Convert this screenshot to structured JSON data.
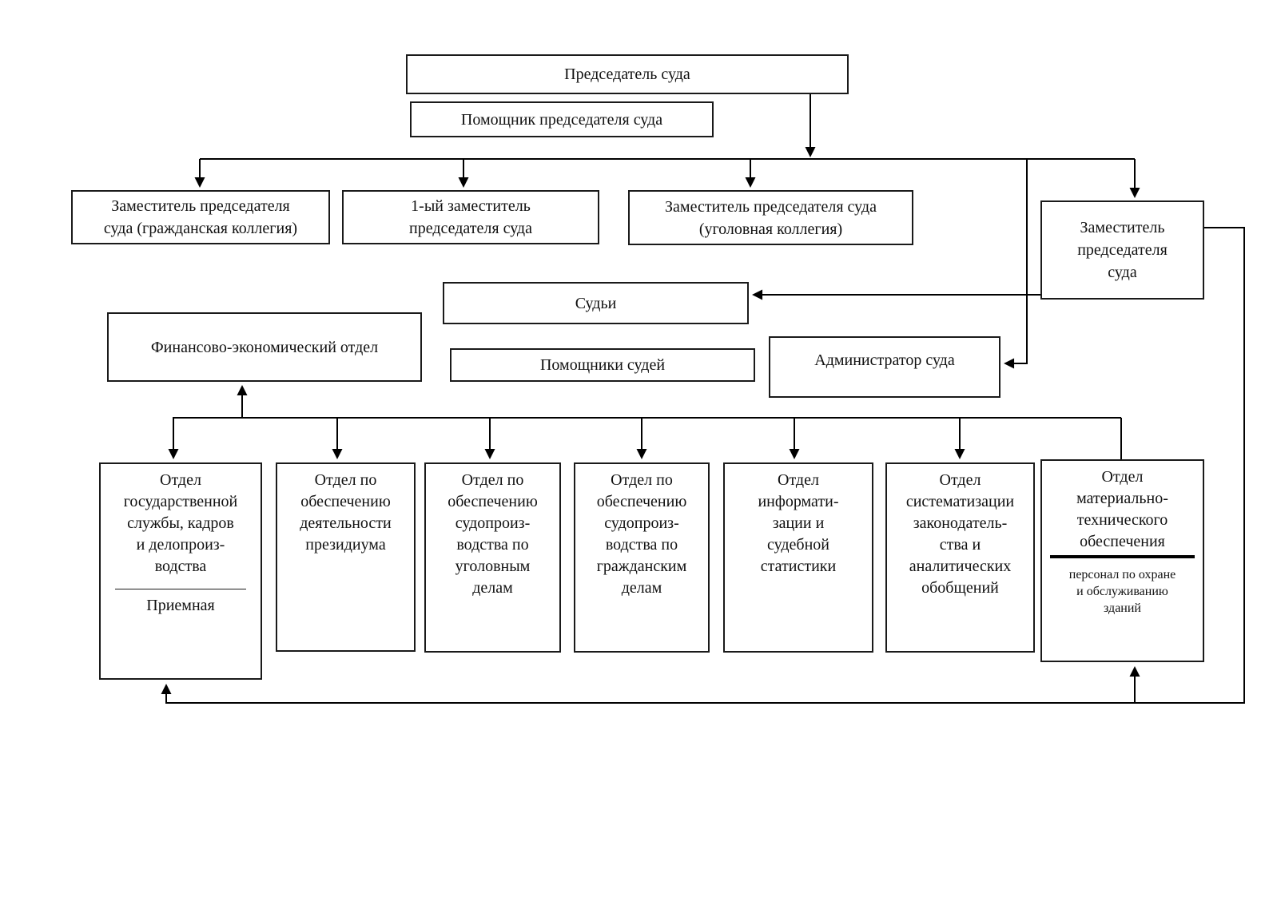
{
  "diagram": {
    "background_color": "#ffffff",
    "line_color": "#000000",
    "nodes": {
      "chairman": {
        "label": "Председатель суда"
      },
      "chairman_assistant": {
        "label": "Помощник председателя суда"
      },
      "deputy_civil": {
        "label": "Заместитель председателя\nсуда (гражданская коллегия)"
      },
      "first_deputy": {
        "label": "1-ый заместитель\nпредседателя суда"
      },
      "deputy_criminal": {
        "label": "Заместитель председателя суда\n(уголовная коллегия)"
      },
      "deputy_4": {
        "label": "Заместитель\nпредседателя\nсуда"
      },
      "judges": {
        "label": "Судьи"
      },
      "finance": {
        "label": "Финансово-экономический отдел"
      },
      "judge_assistants": {
        "label": "Помощники судей"
      },
      "administrator": {
        "label": "Администратор суда"
      },
      "dept_hr": {
        "label": "Отдел\nгосударственной\nслужбы, кадров\nи делопроиз-\nводства",
        "sublabel": "Приемная"
      },
      "dept_presidium": {
        "label": "Отдел по\nобеспечению\nдеятельности\nпрезидиума"
      },
      "dept_criminal": {
        "label": "Отдел по\nобеспечению\nсудопроиз-\nводства по\nуголовным\nделам"
      },
      "dept_civil": {
        "label": "Отдел по\nобеспечению\nсудопроиз-\nводства по\nгражданским\nделам"
      },
      "dept_info": {
        "label": "Отдел\nинформати-\nзации и\nсудебной\nстатистики"
      },
      "dept_system": {
        "label": "Отдел\nсистематизации\nзаконодатель-\nства и\nаналитических\nобобщений"
      },
      "dept_logistics": {
        "label": "Отдел\nматериально-\nтехнического\nобеспечения",
        "sublabel": "персонал по охране\nи обслуживанию\nзданий"
      }
    },
    "edges": [
      {
        "from": "chairman",
        "to": "top_rail",
        "arrow": true
      },
      {
        "from": "top_rail",
        "to": "deputy_civil",
        "arrow": true
      },
      {
        "from": "top_rail",
        "to": "first_deputy",
        "arrow": true
      },
      {
        "from": "top_rail",
        "to": "deputy_criminal",
        "arrow": true
      },
      {
        "from": "top_rail",
        "to": "deputy_4",
        "arrow": true
      },
      {
        "from": "top_rail",
        "to": "administrator",
        "arrow": true
      },
      {
        "from": "deputy_4",
        "to": "judges",
        "arrow": true
      },
      {
        "from": "deputy_4",
        "to": "bottom_rail_right_side",
        "arrow": false
      },
      {
        "from": "bottom_rail",
        "to": "dept_hr",
        "arrow": true,
        "direction": "up"
      },
      {
        "from": "bottom_rail",
        "to": "dept_logistics",
        "arrow": true,
        "direction": "up"
      },
      {
        "from": "mid_rail",
        "to": "finance",
        "arrow": true,
        "direction": "up"
      },
      {
        "from": "mid_rail",
        "to": "dept_hr",
        "arrow": true
      },
      {
        "from": "mid_rail",
        "to": "dept_presidium",
        "arrow": true
      },
      {
        "from": "mid_rail",
        "to": "dept_criminal",
        "arrow": true
      },
      {
        "from": "mid_rail",
        "to": "dept_civil",
        "arrow": true
      },
      {
        "from": "mid_rail",
        "to": "dept_info",
        "arrow": true
      },
      {
        "from": "mid_rail",
        "to": "dept_system",
        "arrow": true
      },
      {
        "from": "mid_rail",
        "to": "dept_logistics",
        "arrow": false
      }
    ]
  }
}
